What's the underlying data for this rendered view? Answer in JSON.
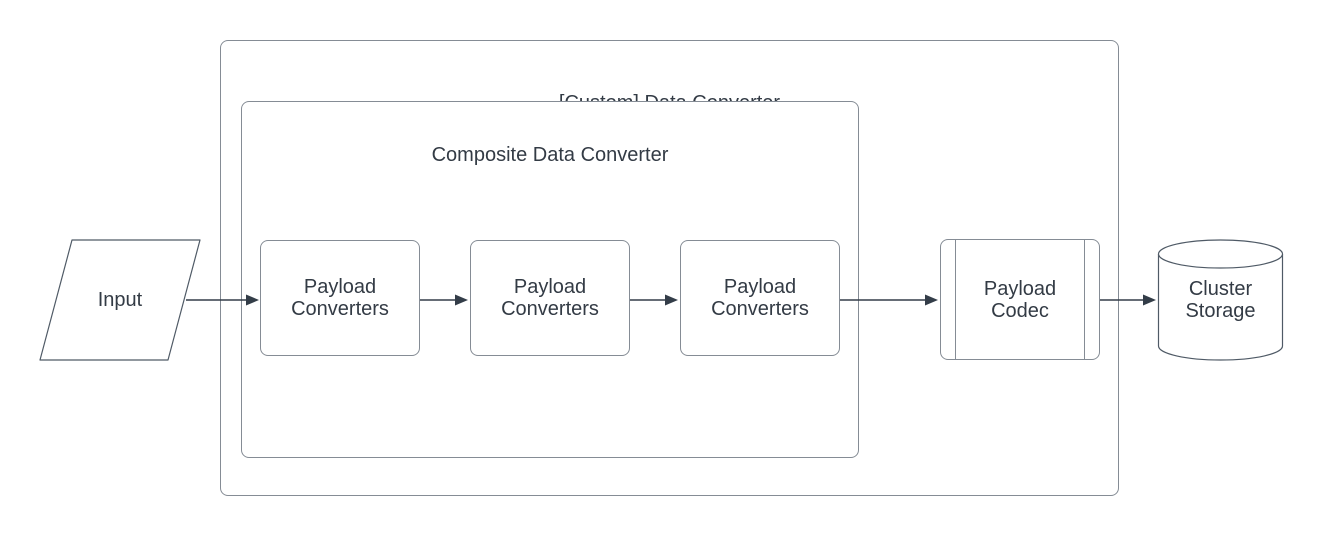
{
  "diagram": {
    "outer_container": {
      "label": "[Custom] Data Converter"
    },
    "composite_container": {
      "label": "Composite Data Converter"
    },
    "payload_converters": [
      {
        "label": "Payload Converters"
      },
      {
        "label": "Payload Converters"
      },
      {
        "label": "Payload Converters"
      }
    ],
    "input": {
      "label": "Input"
    },
    "payload_codec": {
      "label": "Payload Codec"
    },
    "cluster_storage": {
      "label": "Cluster Storage"
    },
    "colors": {
      "background": "#ffffff",
      "container_border": "#858c95",
      "shape_stroke": "#4f5a66",
      "connector": "#333d48",
      "text": "#333b45"
    }
  }
}
